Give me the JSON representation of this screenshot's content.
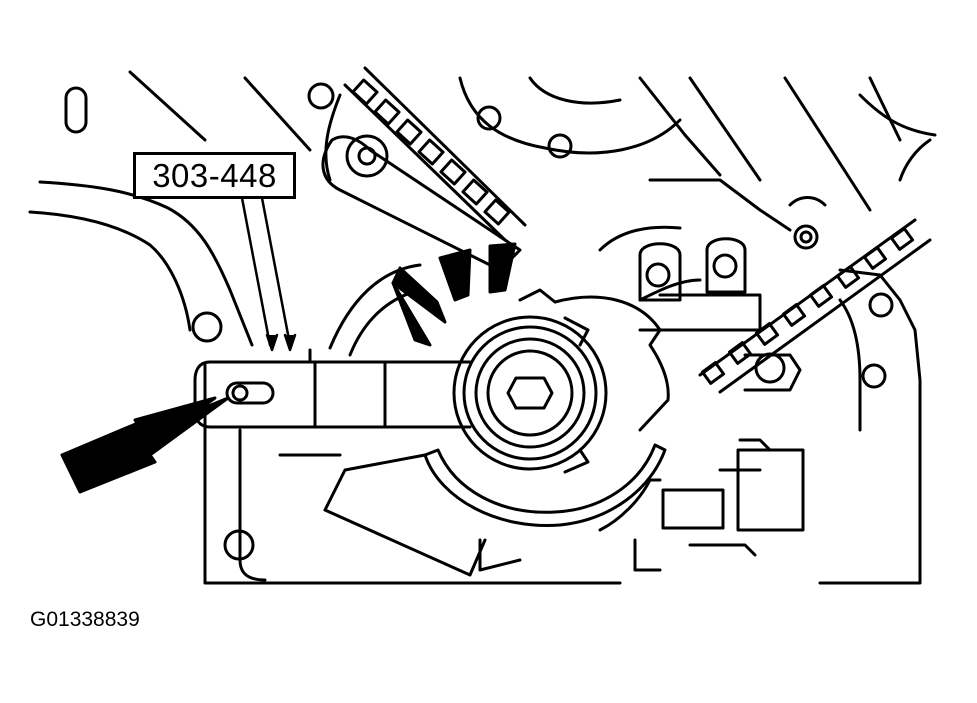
{
  "diagram": {
    "tool_callout": "303-448",
    "figure_id": "G01338839",
    "colors": {
      "line": "#000000",
      "background": "#ffffff"
    },
    "pointer_arrows": [
      "pin-location-arrow",
      "tensioner-direction-arrow"
    ]
  }
}
